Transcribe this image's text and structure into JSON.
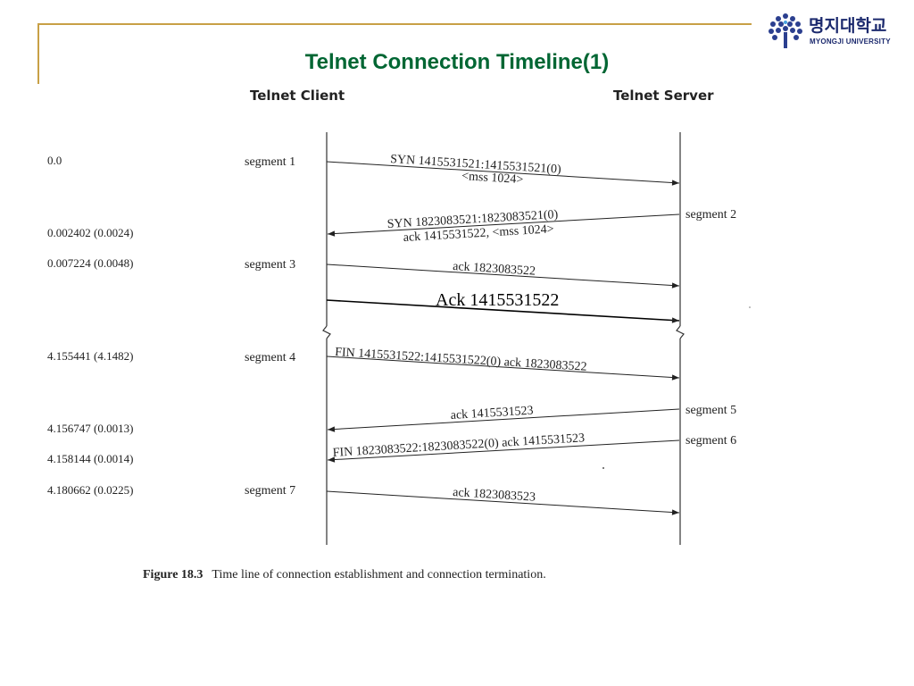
{
  "slide": {
    "title": "Telnet Connection Timeline(1)"
  },
  "logo": {
    "korean": "명지대학교",
    "english": "MYONGJI UNIVERSITY"
  },
  "diagram": {
    "client_label": "Telnet Client",
    "server_label": "Telnet Server",
    "timestamps": [
      "0.0",
      "0.002402 (0.0024)",
      "0.007224 (0.0048)",
      "4.155441 (4.1482)",
      "4.156747 (0.0013)",
      "4.158144 (0.0014)",
      "4.180662 (0.0225)"
    ],
    "segment_labels": {
      "seg1": "segment 1",
      "seg2": "segment 2",
      "seg3": "segment 3",
      "seg4": "segment 4",
      "seg5": "segment 5",
      "seg6": "segment 6",
      "seg7": "segment 7"
    },
    "messages": {
      "m1_line1": "SYN  1415531521:1415531521(0)",
      "m1_line2": "<mss 1024>",
      "m2_line1": "SYN  1823083521:1823083521(0)",
      "m2_line2": "ack 1415531522, <mss 1024>",
      "m3": "ack 1823083522",
      "m3b": "Ack 1415531522",
      "m4": "FIN  1415531522:1415531522(0) ack 1823083522",
      "m5": "ack 1415531523",
      "m6": "FIN  1823083522:1823083522(0) ack 1415531523",
      "m7": "ack 1823083523"
    }
  },
  "caption": {
    "label": "Figure 18.3",
    "text": "Time line of connection establishment and connection termination."
  }
}
